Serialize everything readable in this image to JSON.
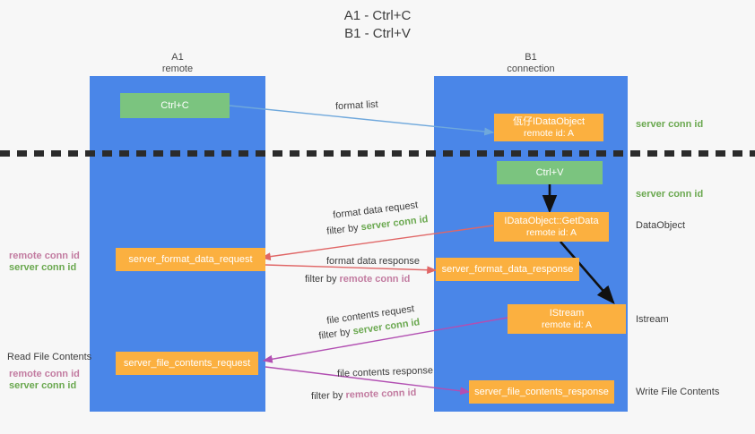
{
  "title": {
    "line1": "A1 - Ctrl+C",
    "line2": "B1 - Ctrl+V"
  },
  "lanes": [
    {
      "name": "A1",
      "sub": "remote"
    },
    {
      "name": "B1",
      "sub": "connection"
    }
  ],
  "nodes": {
    "ctrl_c": {
      "line1": "Ctrl+C"
    },
    "clipboard_data_object": {
      "line1": "佤仔IDataObject",
      "line2": "remote id: A"
    },
    "ctrl_v": {
      "line1": "Ctrl+V"
    },
    "get_data": {
      "line1": "IDataObject::GetData",
      "line2": "remote id: A"
    },
    "istream": {
      "line1": "IStream",
      "line2": "remote id: A"
    },
    "server_format_data_request": {
      "line1": "server_format_data_request"
    },
    "server_format_data_response": {
      "line1": "server_format_data_response"
    },
    "server_file_contents_request": {
      "line1": "server_file_contents_request"
    },
    "server_file_contents_response": {
      "line1": "server_file_contents_response"
    }
  },
  "edge_labels": {
    "format_list": "format list",
    "format_data_request": "format data request",
    "format_data_filter_prefix": "filter by ",
    "format_data_filter_value": "server conn id",
    "format_data_response": "format data response",
    "format_data_response_filter_prefix": "filter by ",
    "format_data_response_filter_value": "remote conn id",
    "file_contents_request": "file contents request",
    "file_contents_filter_prefix": "filter by ",
    "file_contents_filter_value": "server conn id",
    "file_contents_response": "file contents response",
    "file_contents_response_filter_prefix": "filter by ",
    "file_contents_response_filter_value": "remote conn id"
  },
  "side_labels": {
    "right_server_conn_id_top": "server conn id",
    "right_server_conn_id_second": "server conn id",
    "right_data_object": "DataObject",
    "right_istream": "Istream",
    "right_write_file_contents": "Write File Contents",
    "left_remote_conn_id_1": "remote conn id",
    "left_server_conn_id_1": "server conn id",
    "left_read_file_contents": "Read File Contents",
    "left_remote_conn_id_2": "remote conn id",
    "left_server_conn_id_2": "server conn id"
  },
  "colors": {
    "lane": "#4a86e8",
    "node_green": "#7bc47f",
    "node_orange": "#fbb040",
    "server_conn_id": "#6aa84f",
    "remote_conn_id": "#c27ba0",
    "arrow_blue": "#6fa8dc",
    "arrow_red": "#e06666",
    "arrow_purple": "#b24fb2",
    "arrow_black": "#000000",
    "background": "#f7f7f7"
  }
}
